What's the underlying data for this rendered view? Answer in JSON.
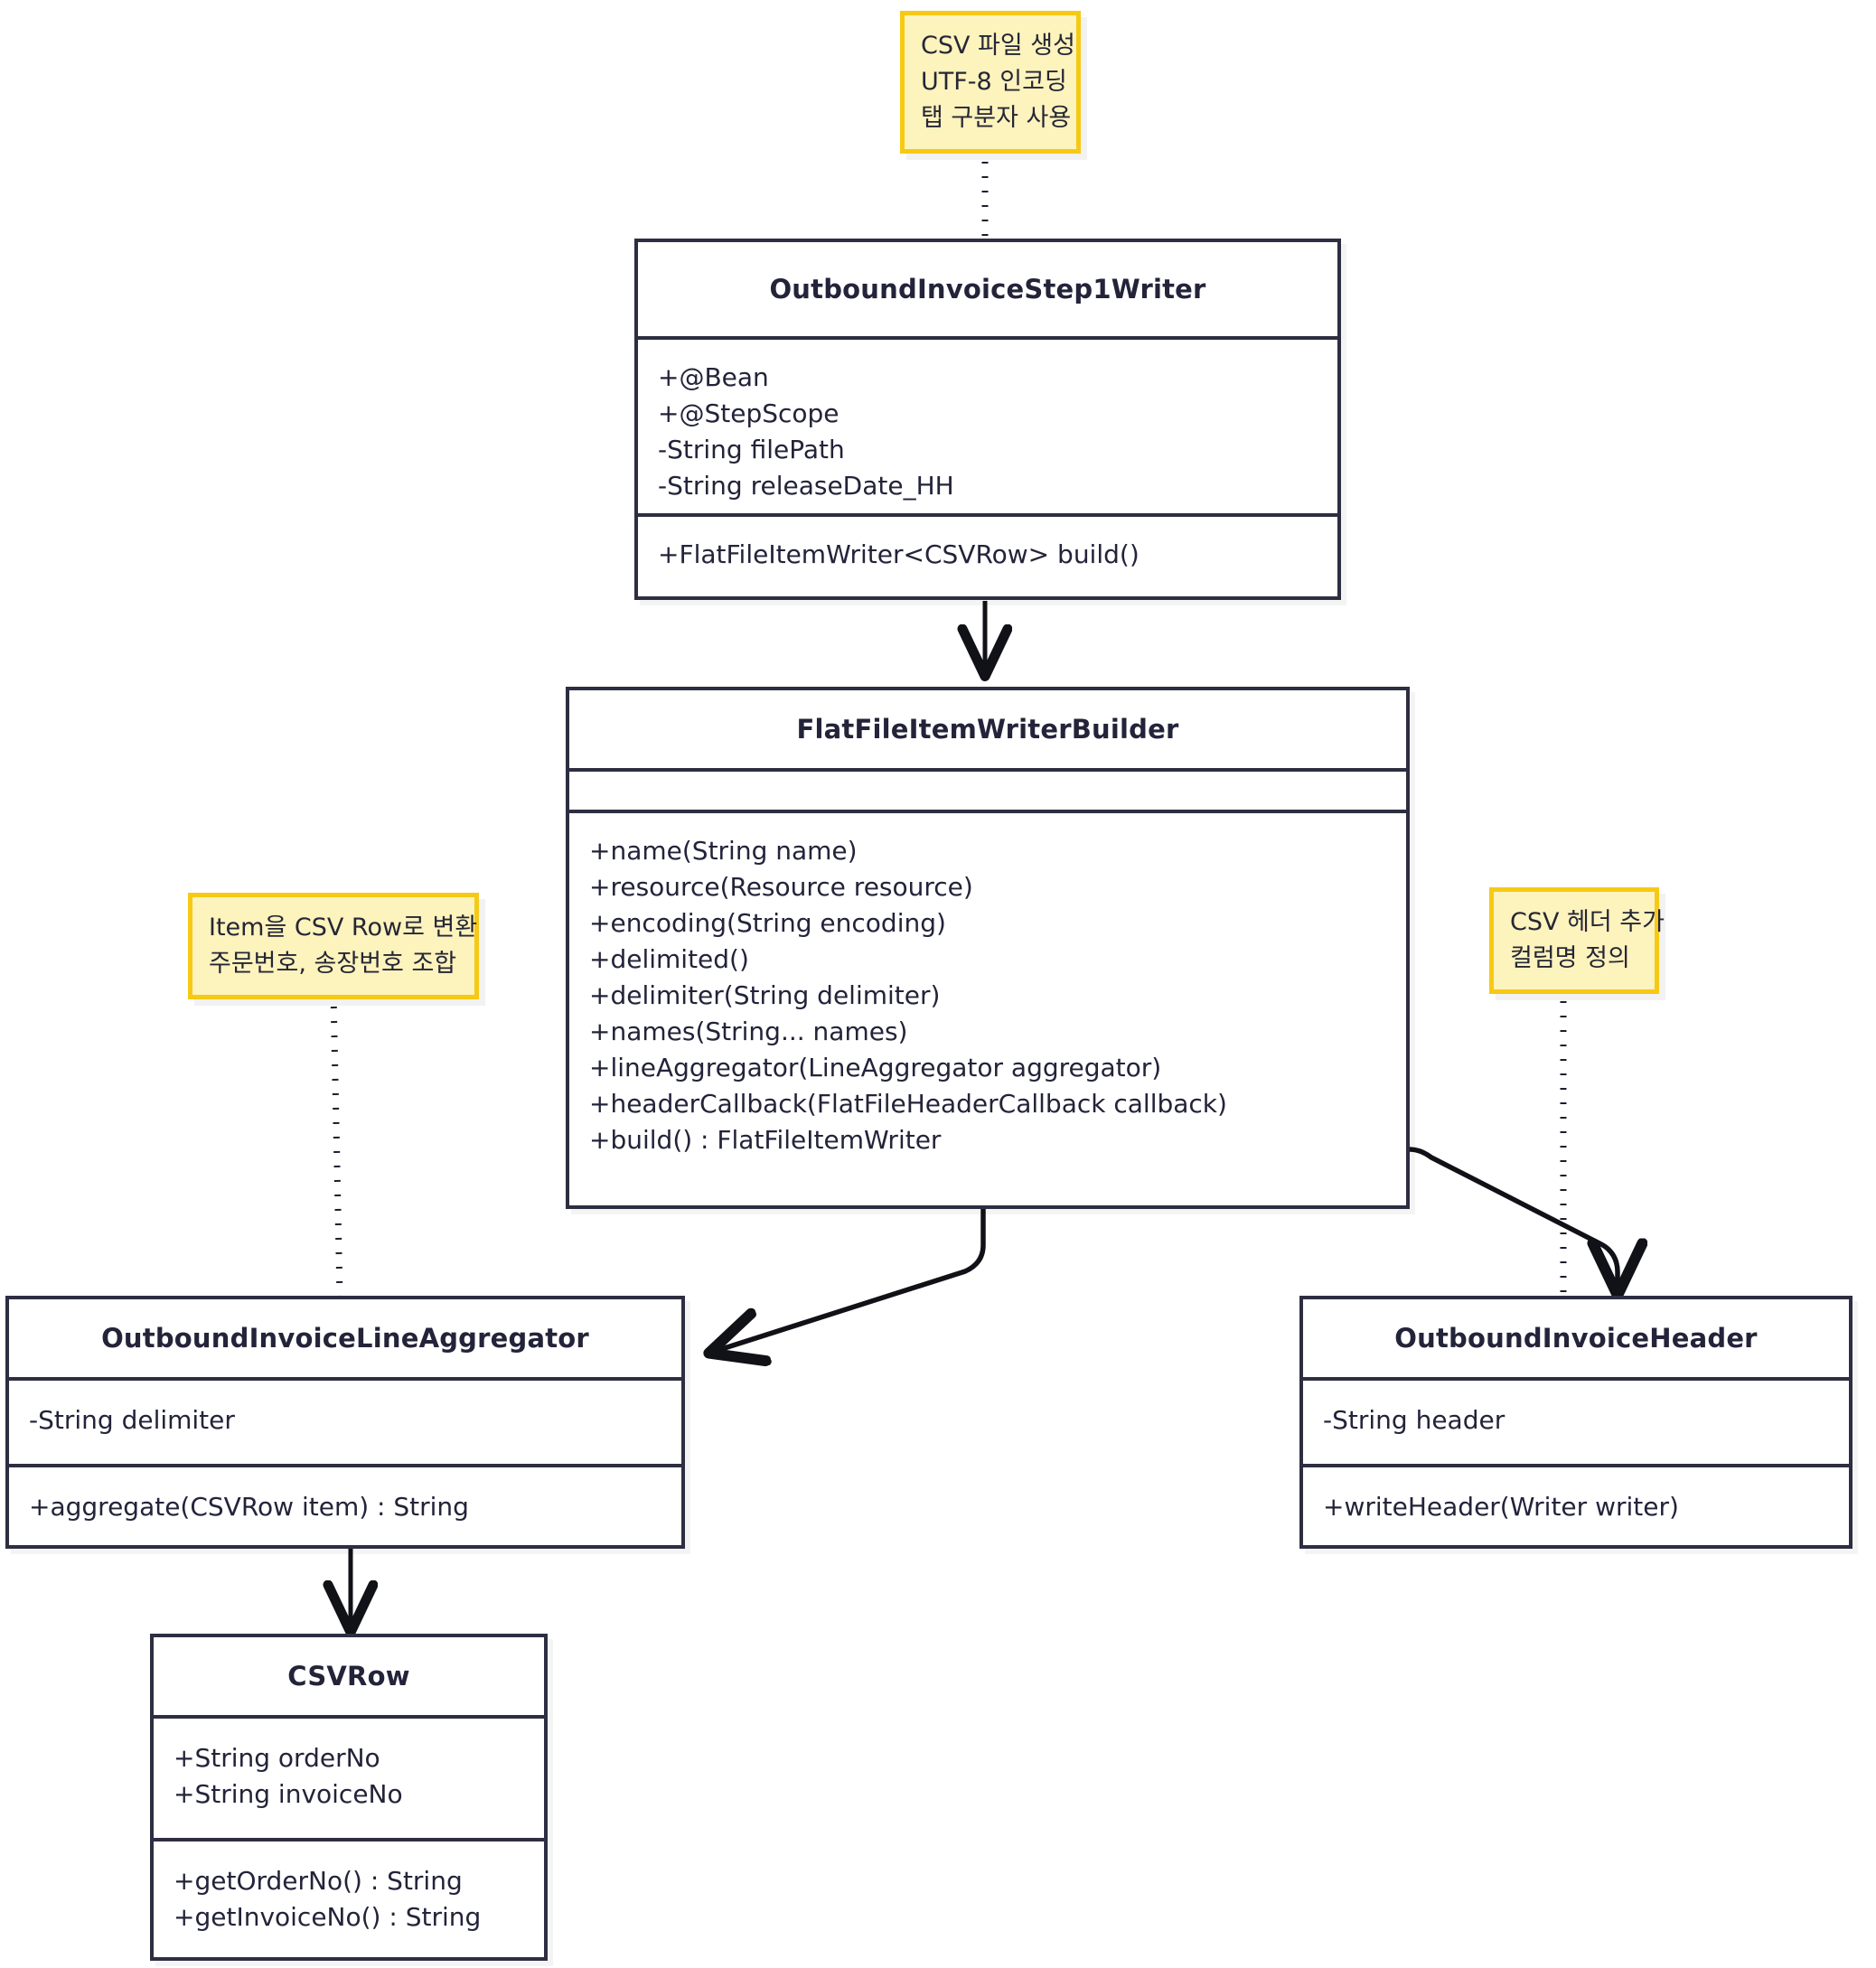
{
  "diagram": {
    "type": "uml-class-diagram",
    "title": "OutboundInvoiceStep1Writer CSV writing class diagram"
  },
  "notes": [
    {
      "id": "note-csv-file",
      "lines": [
        "CSV 파일 생성",
        "UTF-8 인코딩",
        "탭 구분자 사용"
      ]
    },
    {
      "id": "note-line-aggregator",
      "lines": [
        "Item을 CSV Row로 변환",
        "주문번호, 송장번호 조합"
      ]
    },
    {
      "id": "note-header",
      "lines": [
        "CSV 헤더 추가",
        "컬럼명 정의"
      ]
    }
  ],
  "classes": [
    {
      "id": "outbound-invoice-step1-writer",
      "name": "OutboundInvoiceStep1Writer",
      "attributes": [
        "+@Bean",
        "+@StepScope",
        "-String filePath",
        "-String releaseDate_HH"
      ],
      "methods": [
        "+FlatFileItemWriter<CSVRow> build()"
      ]
    },
    {
      "id": "flat-file-item-writer-builder",
      "name": "FlatFileItemWriterBuilder",
      "attributes": [],
      "methods": [
        "+name(String name)",
        "+resource(Resource resource)",
        "+encoding(String encoding)",
        "+delimited()",
        "+delimiter(String delimiter)",
        "+names(String... names)",
        "+lineAggregator(LineAggregator aggregator)",
        "+headerCallback(FlatFileHeaderCallback callback)",
        "+build() : FlatFileItemWriter"
      ]
    },
    {
      "id": "outbound-invoice-line-aggregator",
      "name": "OutboundInvoiceLineAggregator",
      "attributes": [
        "-String delimiter"
      ],
      "methods": [
        "+aggregate(CSVRow item) : String"
      ]
    },
    {
      "id": "outbound-invoice-header",
      "name": "OutboundInvoiceHeader",
      "attributes": [
        "-String header"
      ],
      "methods": [
        "+writeHeader(Writer writer)"
      ]
    },
    {
      "id": "csv-row",
      "name": "CSVRow",
      "attributes": [
        "+String orderNo",
        "+String invoiceNo"
      ],
      "methods": [
        "+getOrderNo() : String",
        "+getInvoiceNo() : String"
      ]
    }
  ],
  "connectors": [
    {
      "id": "step1writer-to-builder",
      "style": "solid-arrow",
      "from": "outbound-invoice-step1-writer",
      "to": "flat-file-item-writer-builder"
    },
    {
      "id": "builder-to-line-aggregator",
      "style": "solid-arrow",
      "from": "flat-file-item-writer-builder",
      "to": "outbound-invoice-line-aggregator"
    },
    {
      "id": "builder-to-header",
      "style": "solid-arrow",
      "from": "flat-file-item-writer-builder",
      "to": "outbound-invoice-header"
    },
    {
      "id": "line-aggregator-to-csv-row",
      "style": "solid-arrow",
      "from": "outbound-invoice-line-aggregator",
      "to": "csv-row"
    },
    {
      "id": "note-csv-file-anchor",
      "style": "dotted",
      "from": "note-csv-file",
      "to": "outbound-invoice-step1-writer"
    },
    {
      "id": "note-line-aggregator-anchor",
      "style": "dotted",
      "from": "note-line-aggregator",
      "to": "outbound-invoice-line-aggregator"
    },
    {
      "id": "note-header-anchor",
      "style": "dotted",
      "from": "note-header",
      "to": "outbound-invoice-header"
    }
  ],
  "colors": {
    "box_border": "#2e2e42",
    "box_fill": "#ffffff",
    "text": "#23233a",
    "note_fill": "#fcf3bd",
    "note_border": "#f6c915",
    "connector": "#111118"
  }
}
